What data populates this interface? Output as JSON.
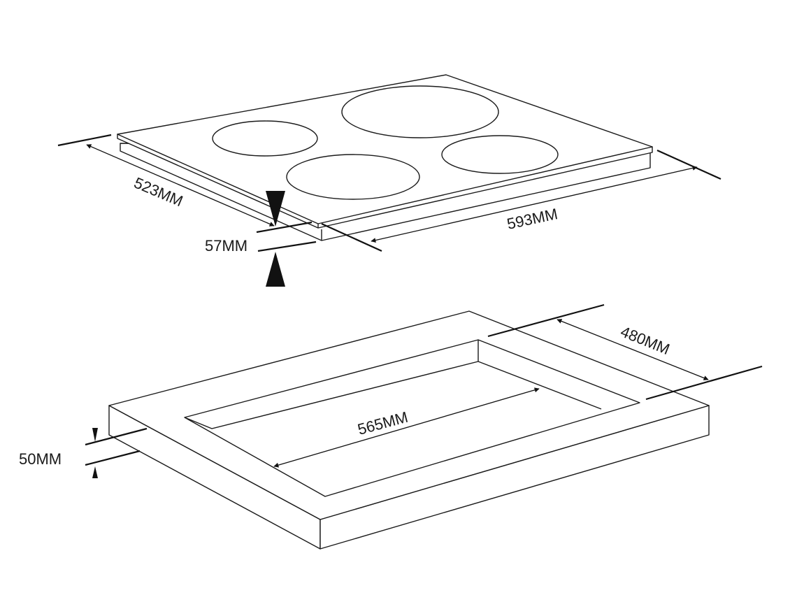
{
  "cooktop": {
    "width_label": "593MM",
    "depth_label": "523MM",
    "height_label": "57MM"
  },
  "cutout": {
    "width_label": "565MM",
    "depth_label": "480MM",
    "thickness_label": "50MM"
  }
}
